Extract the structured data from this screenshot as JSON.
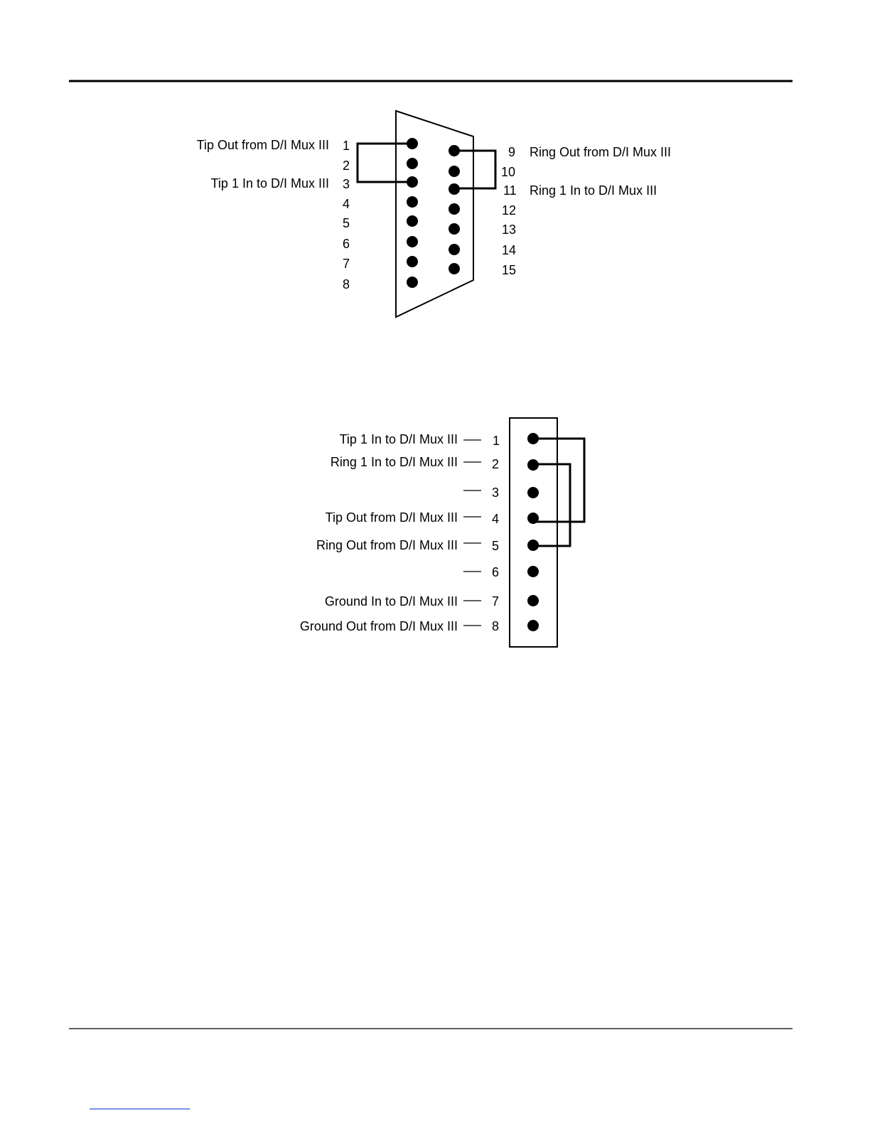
{
  "db15": {
    "left_pins": [
      {
        "pin": "1",
        "label": "Tip Out from D/I Mux III"
      },
      {
        "pin": "2",
        "label": ""
      },
      {
        "pin": "3",
        "label": "Tip 1 In to D/I Mux III"
      },
      {
        "pin": "4",
        "label": ""
      },
      {
        "pin": "5",
        "label": ""
      },
      {
        "pin": "6",
        "label": ""
      },
      {
        "pin": "7",
        "label": ""
      },
      {
        "pin": "8",
        "label": ""
      }
    ],
    "right_pins": [
      {
        "pin": "9",
        "label": "Ring Out from D/I Mux III"
      },
      {
        "pin": "10",
        "label": ""
      },
      {
        "pin": "11",
        "label": "Ring 1 In to D/I Mux III"
      },
      {
        "pin": "12",
        "label": ""
      },
      {
        "pin": "13",
        "label": ""
      },
      {
        "pin": "14",
        "label": ""
      },
      {
        "pin": "15",
        "label": ""
      }
    ],
    "loopbacks": [
      [
        "1",
        "3"
      ],
      [
        "9",
        "11"
      ]
    ]
  },
  "rj48": {
    "pins": [
      {
        "pin": "1",
        "label": "Tip 1 In to D/I Mux III"
      },
      {
        "pin": "2",
        "label": "Ring 1 In to D/I Mux III"
      },
      {
        "pin": "3",
        "label": ""
      },
      {
        "pin": "4",
        "label": "Tip Out from D/I Mux III"
      },
      {
        "pin": "5",
        "label": "Ring Out from D/I Mux III"
      },
      {
        "pin": "6",
        "label": ""
      },
      {
        "pin": "7",
        "label": "Ground In to D/I Mux III"
      },
      {
        "pin": "8",
        "label": "Ground Out from D/I Mux III"
      }
    ],
    "loopbacks": [
      [
        "1",
        "4"
      ],
      [
        "2",
        "5"
      ]
    ]
  }
}
